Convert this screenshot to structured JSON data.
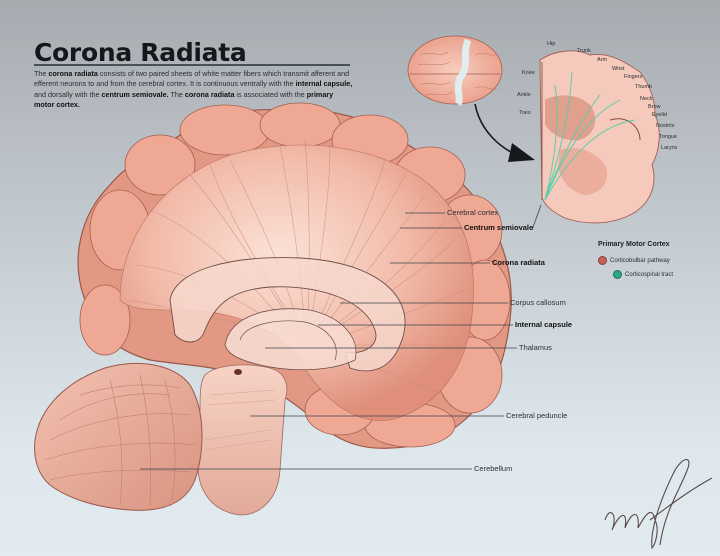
{
  "header": {
    "title": "Corona Radiata",
    "description_parts": [
      {
        "text": "The ",
        "bold": false
      },
      {
        "text": "corona radiata",
        "bold": true
      },
      {
        "text": " consists of two paired sheets of white matter fibers which transmit afferent and efferent neurons to and from the cerebral cortex. It is continuous ventrally with the ",
        "bold": false
      },
      {
        "text": "internal capsule,",
        "bold": true
      },
      {
        "text": " and dorsally with the ",
        "bold": false
      },
      {
        "text": "centrum semiovale.",
        "bold": true
      },
      {
        "text": " The ",
        "bold": false
      },
      {
        "text": "corona radiata",
        "bold": true
      },
      {
        "text": " is associated with the ",
        "bold": false
      },
      {
        "text": "primary motor cortex.",
        "bold": true
      }
    ]
  },
  "main_labels": [
    {
      "text": "Cerebral cortex",
      "bold": false
    },
    {
      "text": "Centrum semiovale",
      "bold": true
    },
    {
      "text": "Corona radiata",
      "bold": true
    },
    {
      "text": "Corpus callosum",
      "bold": false
    },
    {
      "text": "Internal capsule",
      "bold": true
    },
    {
      "text": "Thalamus",
      "bold": false
    },
    {
      "text": "Cerebral peduncle",
      "bold": false
    },
    {
      "text": "Cerebellum",
      "bold": false
    }
  ],
  "homunculus_labels": [
    "Hip",
    "Trunk",
    "Arm",
    "Wrist",
    "Fingers",
    "Thumb",
    "Neck",
    "Brow",
    "Eyelid",
    "Nostrils",
    "Tongue",
    "Larynx",
    "Knee",
    "Ankle",
    "Toes"
  ],
  "legend": {
    "title": "Primary Motor Cortex",
    "items": [
      {
        "label": "Corticobulbar pathway",
        "color": "#c9615a"
      },
      {
        "label": "Corticospinal tract",
        "color": "#2aa88a"
      }
    ]
  },
  "signature": "amf",
  "colors": {
    "brain_fill": "#f0b3a3",
    "brain_dark": "#d9826f",
    "brain_light": "#fbe0d6",
    "outline": "#8a4a3f",
    "tract_green": "#5fd6b4",
    "background_top": "#a6abb0",
    "background_bottom": "#e2ebf0"
  }
}
